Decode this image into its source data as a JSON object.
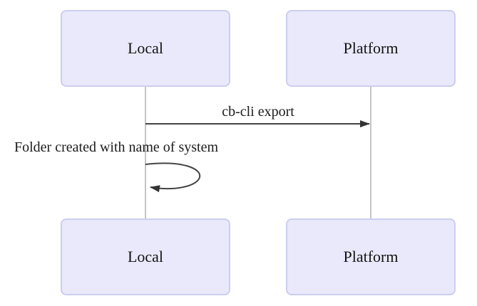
{
  "diagram": {
    "kind": "sequence-diagram",
    "actors": {
      "top": [
        {
          "label": "Local"
        },
        {
          "label": "Platform"
        }
      ],
      "bottom": [
        {
          "label": "Local"
        },
        {
          "label": "Platform"
        }
      ]
    },
    "messages": [
      {
        "label": "cb-cli export",
        "from": "Local",
        "to": "Platform",
        "style": "solid-arrow"
      },
      {
        "label": "Folder created with name of system",
        "from": "Local",
        "to": "Local",
        "style": "self-loop"
      }
    ],
    "colors": {
      "actor_fill": "#e9e9fb",
      "actor_border": "#cdcdef",
      "lifeline": "#b0b0b0",
      "arrow": "#444444",
      "arrowhead": "#333333",
      "text": "#1b1b1b"
    }
  }
}
